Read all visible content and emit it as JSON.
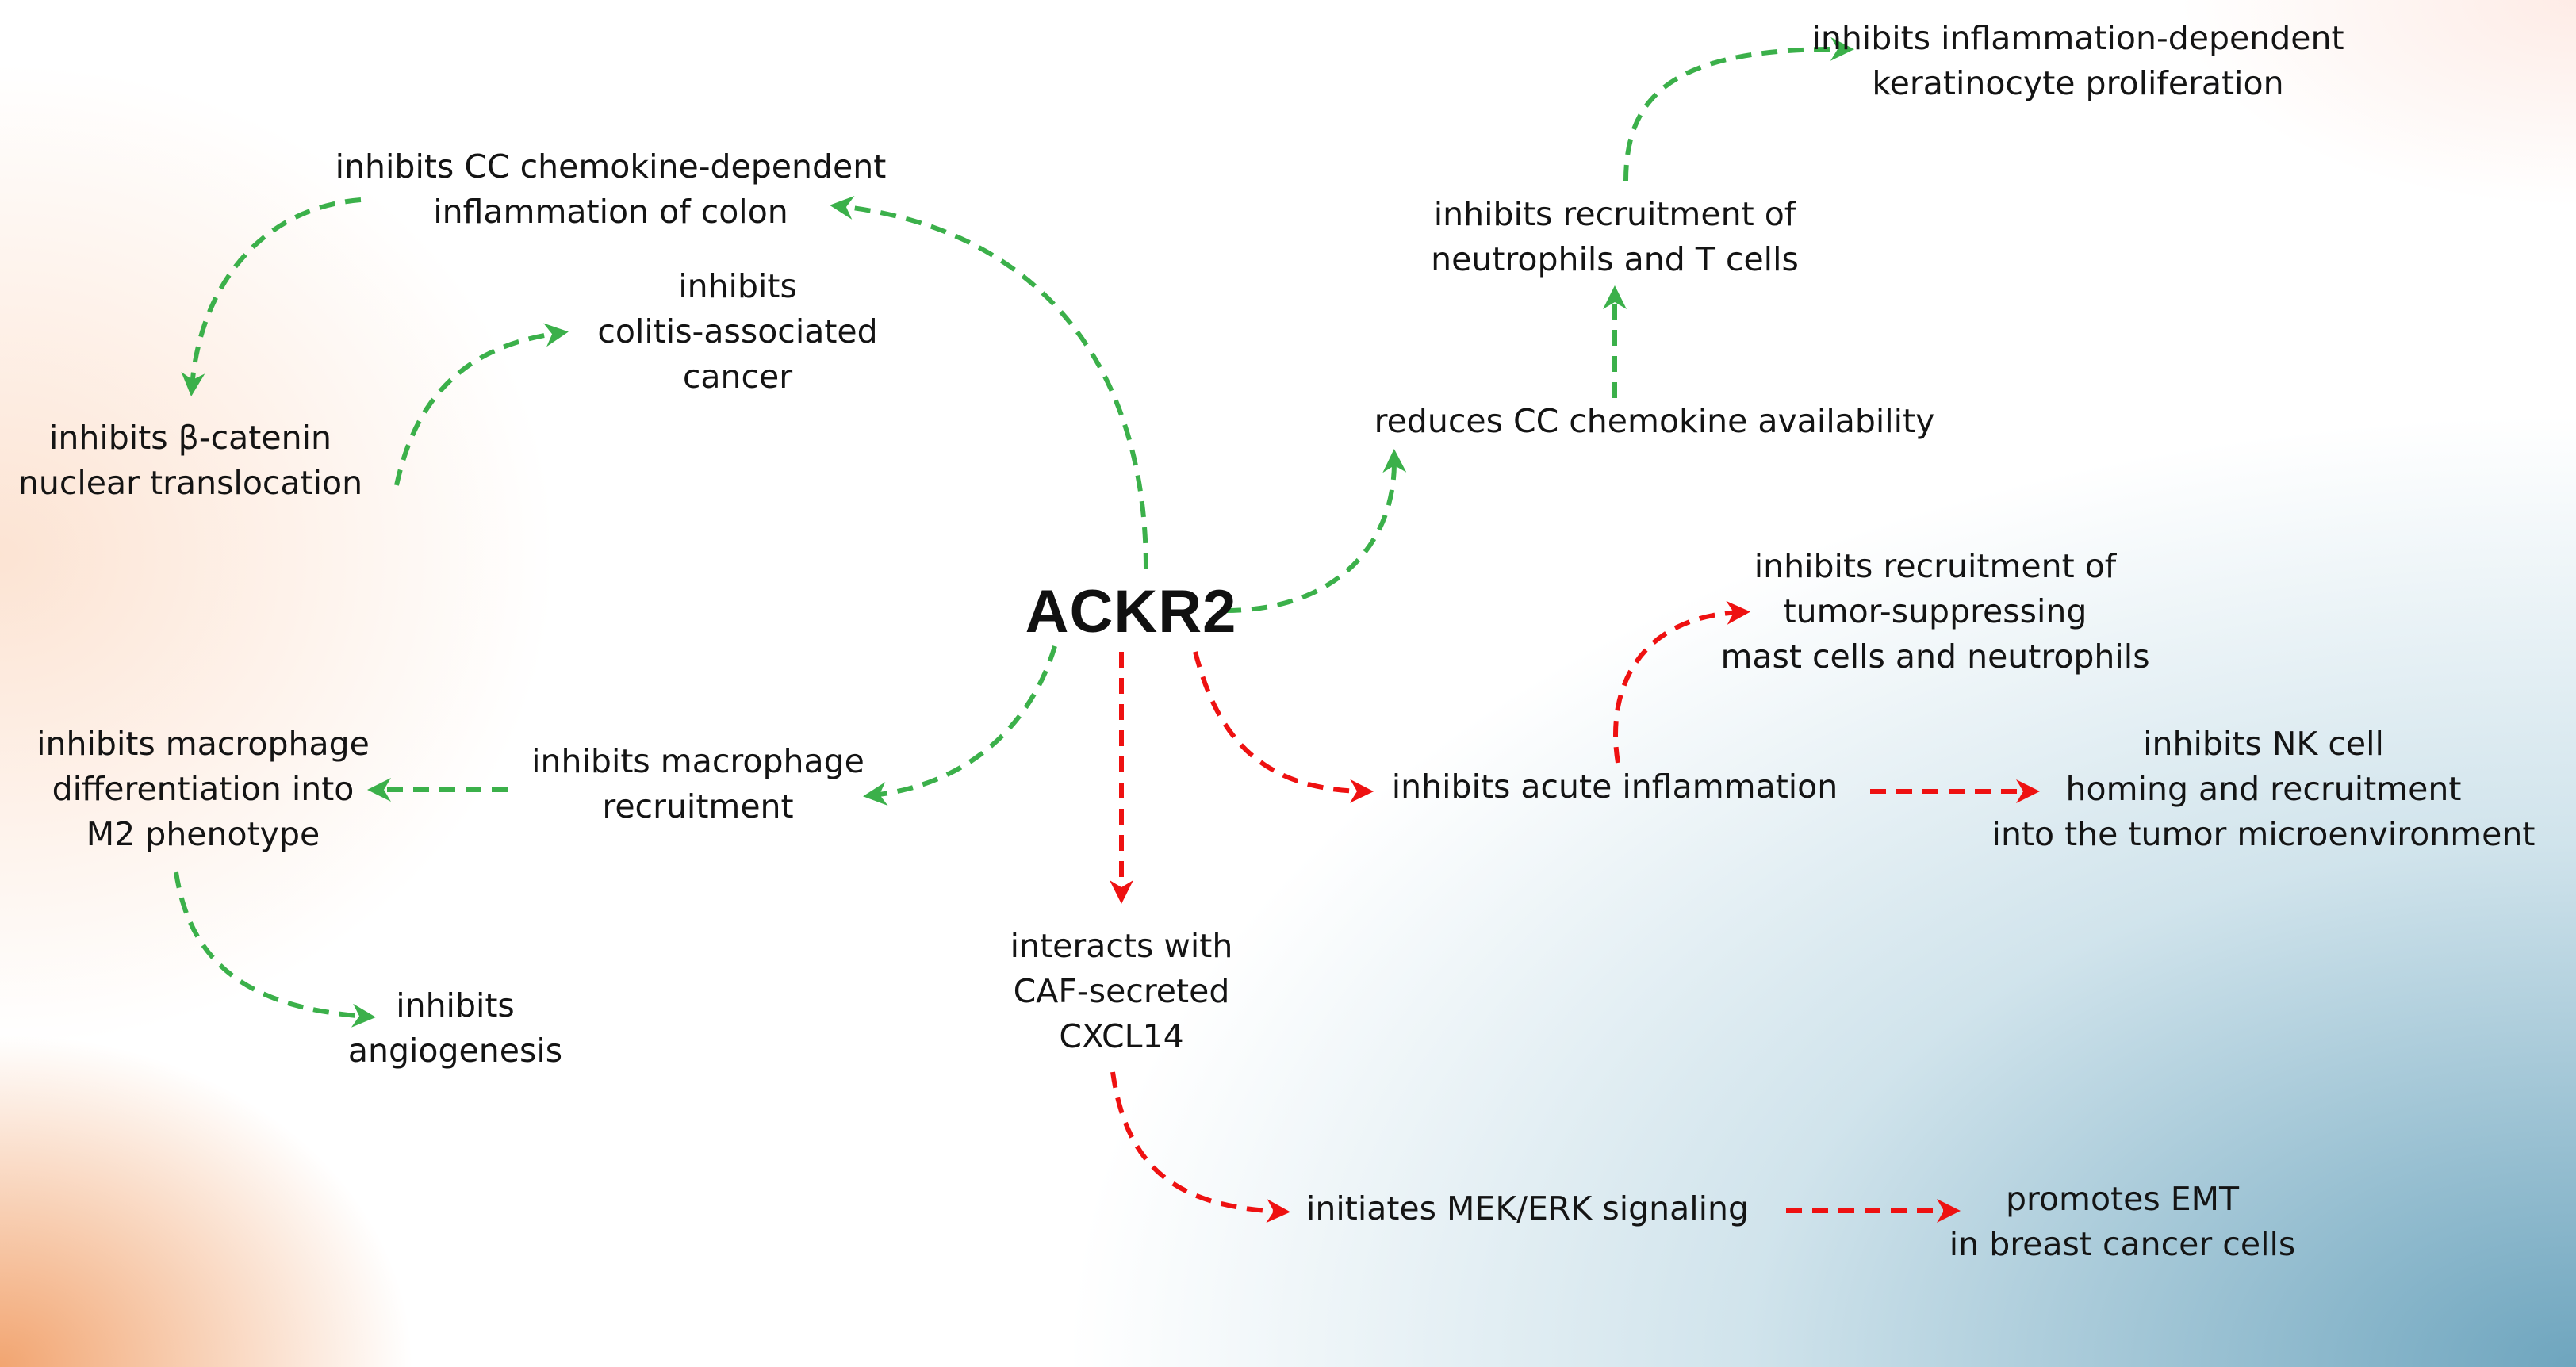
{
  "center": {
    "label": "ACKR2"
  },
  "colors": {
    "green": "#3bb04a",
    "red": "#ee1111"
  },
  "nodes": {
    "colon_inflammation": [
      "inhibits CC chemokine-dependent",
      "inflammation of colon"
    ],
    "colitis_cancer": [
      "inhibits",
      "colitis-associated",
      "cancer"
    ],
    "beta_catenin": [
      "inhibits β-catenin",
      "nuclear translocation"
    ],
    "macrophage_differentiation": [
      "inhibits macrophage",
      "differentiation into",
      "M2 phenotype"
    ],
    "macrophage_recruitment": [
      "inhibits macrophage",
      "recruitment"
    ],
    "angiogenesis": [
      "inhibits",
      "angiogenesis"
    ],
    "keratinocyte": [
      "inhibits inflammation-dependent",
      "keratinocyte proliferation"
    ],
    "neutrophils_tcells": [
      "inhibits recruitment of",
      "neutrophils and T cells"
    ],
    "chemokine_availability": [
      "reduces CC chemokine availability"
    ],
    "mast_cells": [
      "inhibits recruitment of",
      "tumor-suppressing",
      "mast cells and neutrophils"
    ],
    "acute_inflammation": [
      "inhibits acute inflammation"
    ],
    "nk_cell": [
      "inhibits NK cell",
      "homing and recruitment",
      "into the tumor microenvironment"
    ],
    "cxcl14": [
      "interacts with",
      "CAF-secreted",
      "CXCL14"
    ],
    "mek_erk": [
      "initiates MEK/ERK signaling"
    ],
    "emt": [
      "promotes EMT",
      "in breast cancer cells"
    ]
  }
}
